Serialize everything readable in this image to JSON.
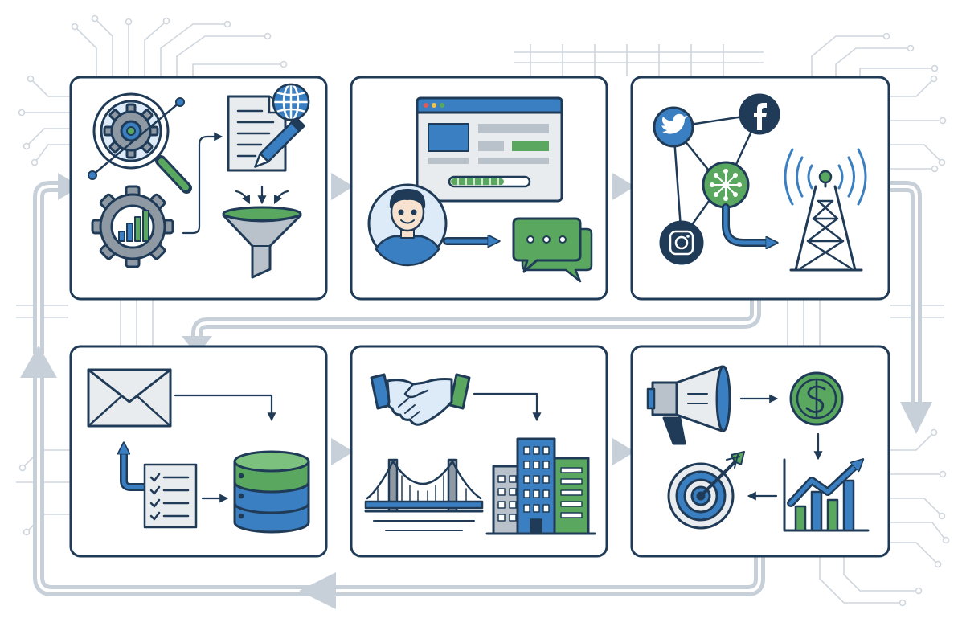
{
  "palette": {
    "navy": "#1f3b57",
    "blue": "#3a7fc1",
    "light_blue": "#dcebf7",
    "green": "#5aa75f",
    "light_green": "#dcefd9",
    "gray": "#9ea7b0",
    "light_gray": "#e9ecef",
    "flow": "#c7d0d9",
    "circuit": "#cfd6dd"
  },
  "steps": [
    {
      "id": "research",
      "icons": [
        "magnifier-gear-icon",
        "gear-chart-icon",
        "document-pen-icon",
        "globe-icon",
        "funnel-icon"
      ]
    },
    {
      "id": "website",
      "icons": [
        "browser-window-icon",
        "user-avatar-icon",
        "chat-bubble-icon"
      ]
    },
    {
      "id": "social",
      "icons": [
        "twitter-icon",
        "facebook-icon",
        "instagram-icon",
        "network-hub-icon",
        "broadcast-tower-icon"
      ]
    },
    {
      "id": "email",
      "icons": [
        "envelope-icon",
        "checklist-icon",
        "database-icon"
      ]
    },
    {
      "id": "partnerships",
      "icons": [
        "handshake-icon",
        "bridge-icon",
        "buildings-icon"
      ]
    },
    {
      "id": "promotion",
      "icons": [
        "megaphone-icon",
        "dollar-coin-icon",
        "target-icon",
        "growth-chart-icon"
      ]
    }
  ]
}
